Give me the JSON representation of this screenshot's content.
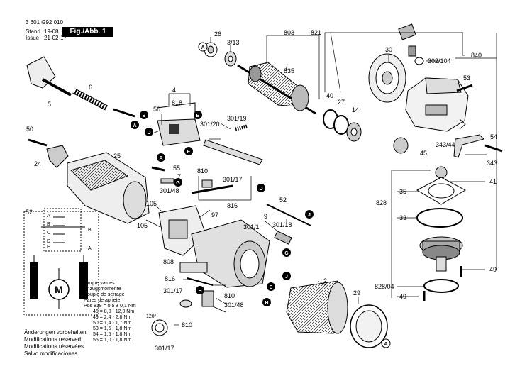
{
  "header": {
    "doc_number": "3 601 G92 010",
    "stand_label": "Stand",
    "issue_label": "Issue",
    "stand_date": "19-08",
    "issue_date": "21-02-17",
    "fig_label": "Fig./Abb. 1"
  },
  "torque": {
    "lines": [
      "Torque values",
      "Anzugsmomente",
      "Couple de serrage",
      "Pares de apriete"
    ],
    "values": [
      "Pos 818 = 0,5 ± 0,1 Nm",
      "45 = 8,0 - 12,0 Nm",
      "49 = 2,4 - 2,8 Nm",
      "50 = 1,4 - 1,7 Nm",
      "53 = 1,5 - 1,8 Nm",
      "54 = 1,5 - 1,8 Nm",
      "55 = 1,0 - 1,8 Nm"
    ]
  },
  "footer": {
    "lines": [
      "Änderungen vorbehalten",
      "Modifications reserved",
      "Modifications réservées",
      "Salvo modificaciones"
    ]
  },
  "parts": {
    "p26": "26",
    "p313": "3/13",
    "p803": "803",
    "p835": "835",
    "p821": "821",
    "p30": "30",
    "p840": "840",
    "p302104": "302/104",
    "p53": "53",
    "p6": "6",
    "p5": "5",
    "p4": "4",
    "p818": "818",
    "p56": "56",
    "p30119": "301/19",
    "p30120": "301/20",
    "p50": "50",
    "p25": "25",
    "p24": "24",
    "p40": "40",
    "p27": "27",
    "p14": "14",
    "p54": "54",
    "p34344": "343/44",
    "p45": "45",
    "p343": "343",
    "p41": "41",
    "p35": "35",
    "p828": "828",
    "p33": "33",
    "p55": "55",
    "p7": "7",
    "p810a": "810",
    "p30117a": "301/17",
    "p30148a": "301/48",
    "p816a": "816",
    "p52a": "52",
    "p52b": "52",
    "p105a": "105",
    "p105b": "105",
    "p97": "97",
    "p9": "9",
    "p3011": "301/1",
    "p30118": "301/18",
    "p808": "808",
    "p816b": "816",
    "p30117b": "301/17",
    "p810b": "810",
    "p30148b": "301/48",
    "p2": "2",
    "p29": "29",
    "p49a": "49",
    "p82804": "828/04",
    "p49b": "49",
    "p810c": "810",
    "p30117c": "301/17",
    "angle": "120°"
  },
  "circuit": {
    "m_label": "M",
    "letters": [
      "A",
      "B",
      "C",
      "D",
      "E",
      "B",
      "A"
    ]
  },
  "callouts": {
    "A1": "A",
    "A2": "A",
    "A3": "A",
    "A4": "A",
    "B1": "B",
    "B2": "B",
    "D1": "D",
    "D2": "D",
    "E1": "E",
    "E2": "E",
    "G1": "G",
    "H1": "H",
    "H2": "H",
    "J1": "J",
    "J2": "J"
  }
}
